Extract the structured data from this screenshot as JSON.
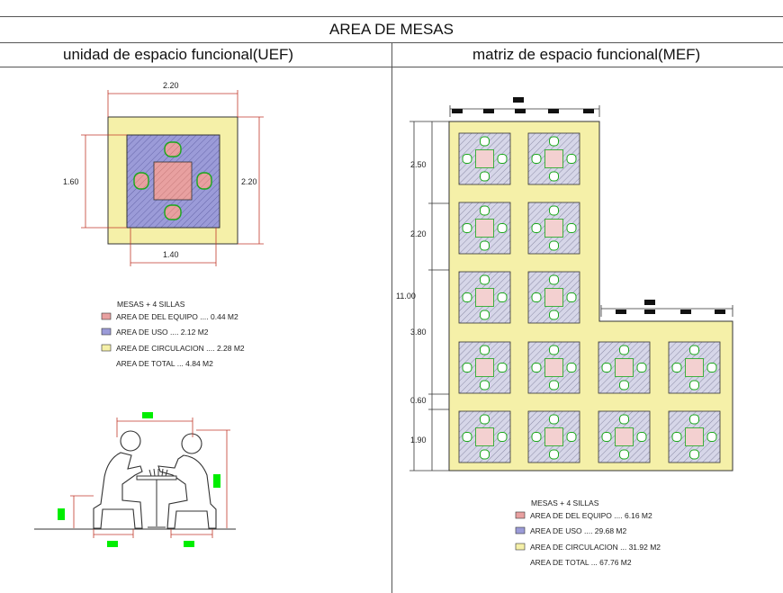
{
  "title": "AREA DE MESAS",
  "left_heading": "unidad de espacio funcional(UEF)",
  "right_heading": "matriz de espacio funcional(MEF)",
  "uef": {
    "dims": {
      "top": "2.20",
      "left": "1.60",
      "right": "2.20",
      "bottom": "1.40"
    },
    "legend": {
      "title": "MESAS + 4 SILLAS",
      "items": [
        {
          "label": "AREA DE DEL EQUIPO .... 0.44 M2",
          "color": "#e8a0a0"
        },
        {
          "label": "AREA DE USO .... 2.12 M2",
          "color": "#9b9bd8"
        },
        {
          "label": "AREA DE CIRCULACION .... 2.28 M2",
          "color": "#f5f0a8"
        }
      ],
      "total": "AREA DE TOTAL ... 4.84 M2"
    }
  },
  "mef": {
    "dims": {
      "d1": "2.50",
      "d2": "2.20",
      "d3": "11.00",
      "d4": "3.80",
      "d5": "0.60",
      "d6": "1.90"
    },
    "legend": {
      "title": "MESAS + 4 SILLAS",
      "items": [
        {
          "label": "AREA DE DEL EQUIPO .... 6.16 M2",
          "color": "#e8a0a0"
        },
        {
          "label": "AREA DE USO .... 29.68 M2",
          "color": "#9b9bd8"
        },
        {
          "label": "AREA DE CIRCULACION ... 31.92 M2",
          "color": "#f5f0a8"
        }
      ],
      "total": "AREA DE TOTAL ... 67.76 M2"
    }
  },
  "colors": {
    "circulation": "#f5f0a8",
    "use": "#9b9bd8",
    "equipment": "#e8a0a0",
    "dim_line": "#c0392b",
    "chair_outline": "#1aa81a",
    "marker": "#00ee00"
  }
}
